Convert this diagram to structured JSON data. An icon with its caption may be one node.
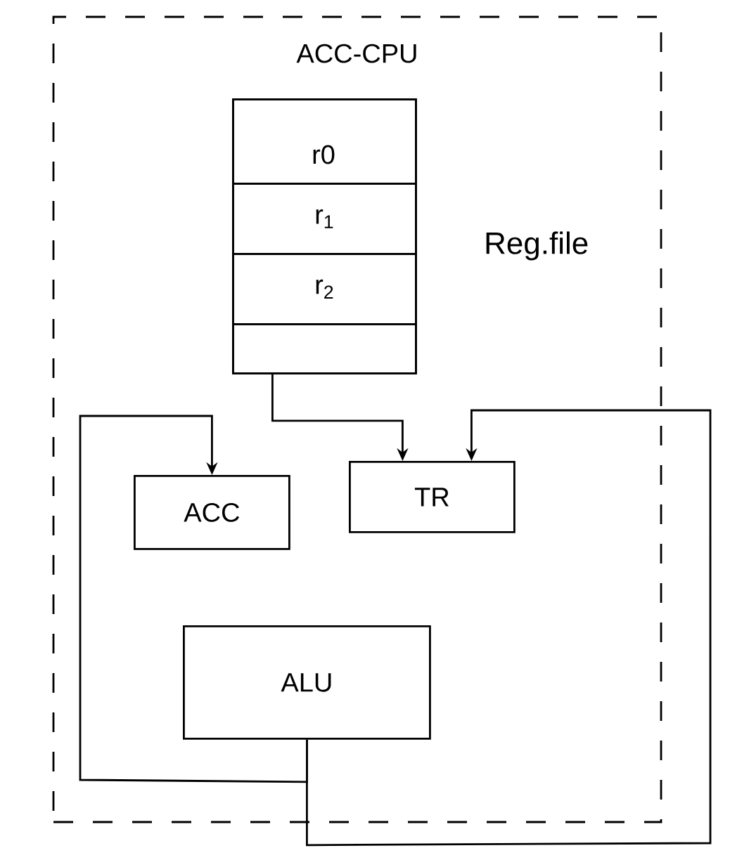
{
  "diagram": {
    "nodes": [
      {
        "text": [
          "ACC-CPU"
        ]
      },
      {
        "text": [],
        "shape": "box",
        "in": 0,
        "beside": [
          "Reg.file"
        ]
      },
      {
        "text": [
          "r0"
        ],
        "in": 1
      },
      {
        "text": [
          "r$_{1}$"
        ],
        "in": 1
      },
      {
        "text": [
          "r$_{2}$"
        ],
        "in": 1
      },
      {
        "text": [],
        "shape": "box",
        "in": 1
      },
      {
        "text": [
          "ACC"
        ],
        "in": 0
      },
      {
        "text": [
          "TR"
        ],
        "in": 0
      },
      {
        "text": [
          "ALU"
        ],
        "in": 0
      }
    ],
    "edges": [
      {
        "from": 5,
        "to": 7,
        "arrow": "to"
      },
      {
        "from": 8,
        "to": 6,
        "arrow": "to"
      },
      {
        "from": 8,
        "to": 7,
        "arrow": "to"
      }
    ]
  }
}
